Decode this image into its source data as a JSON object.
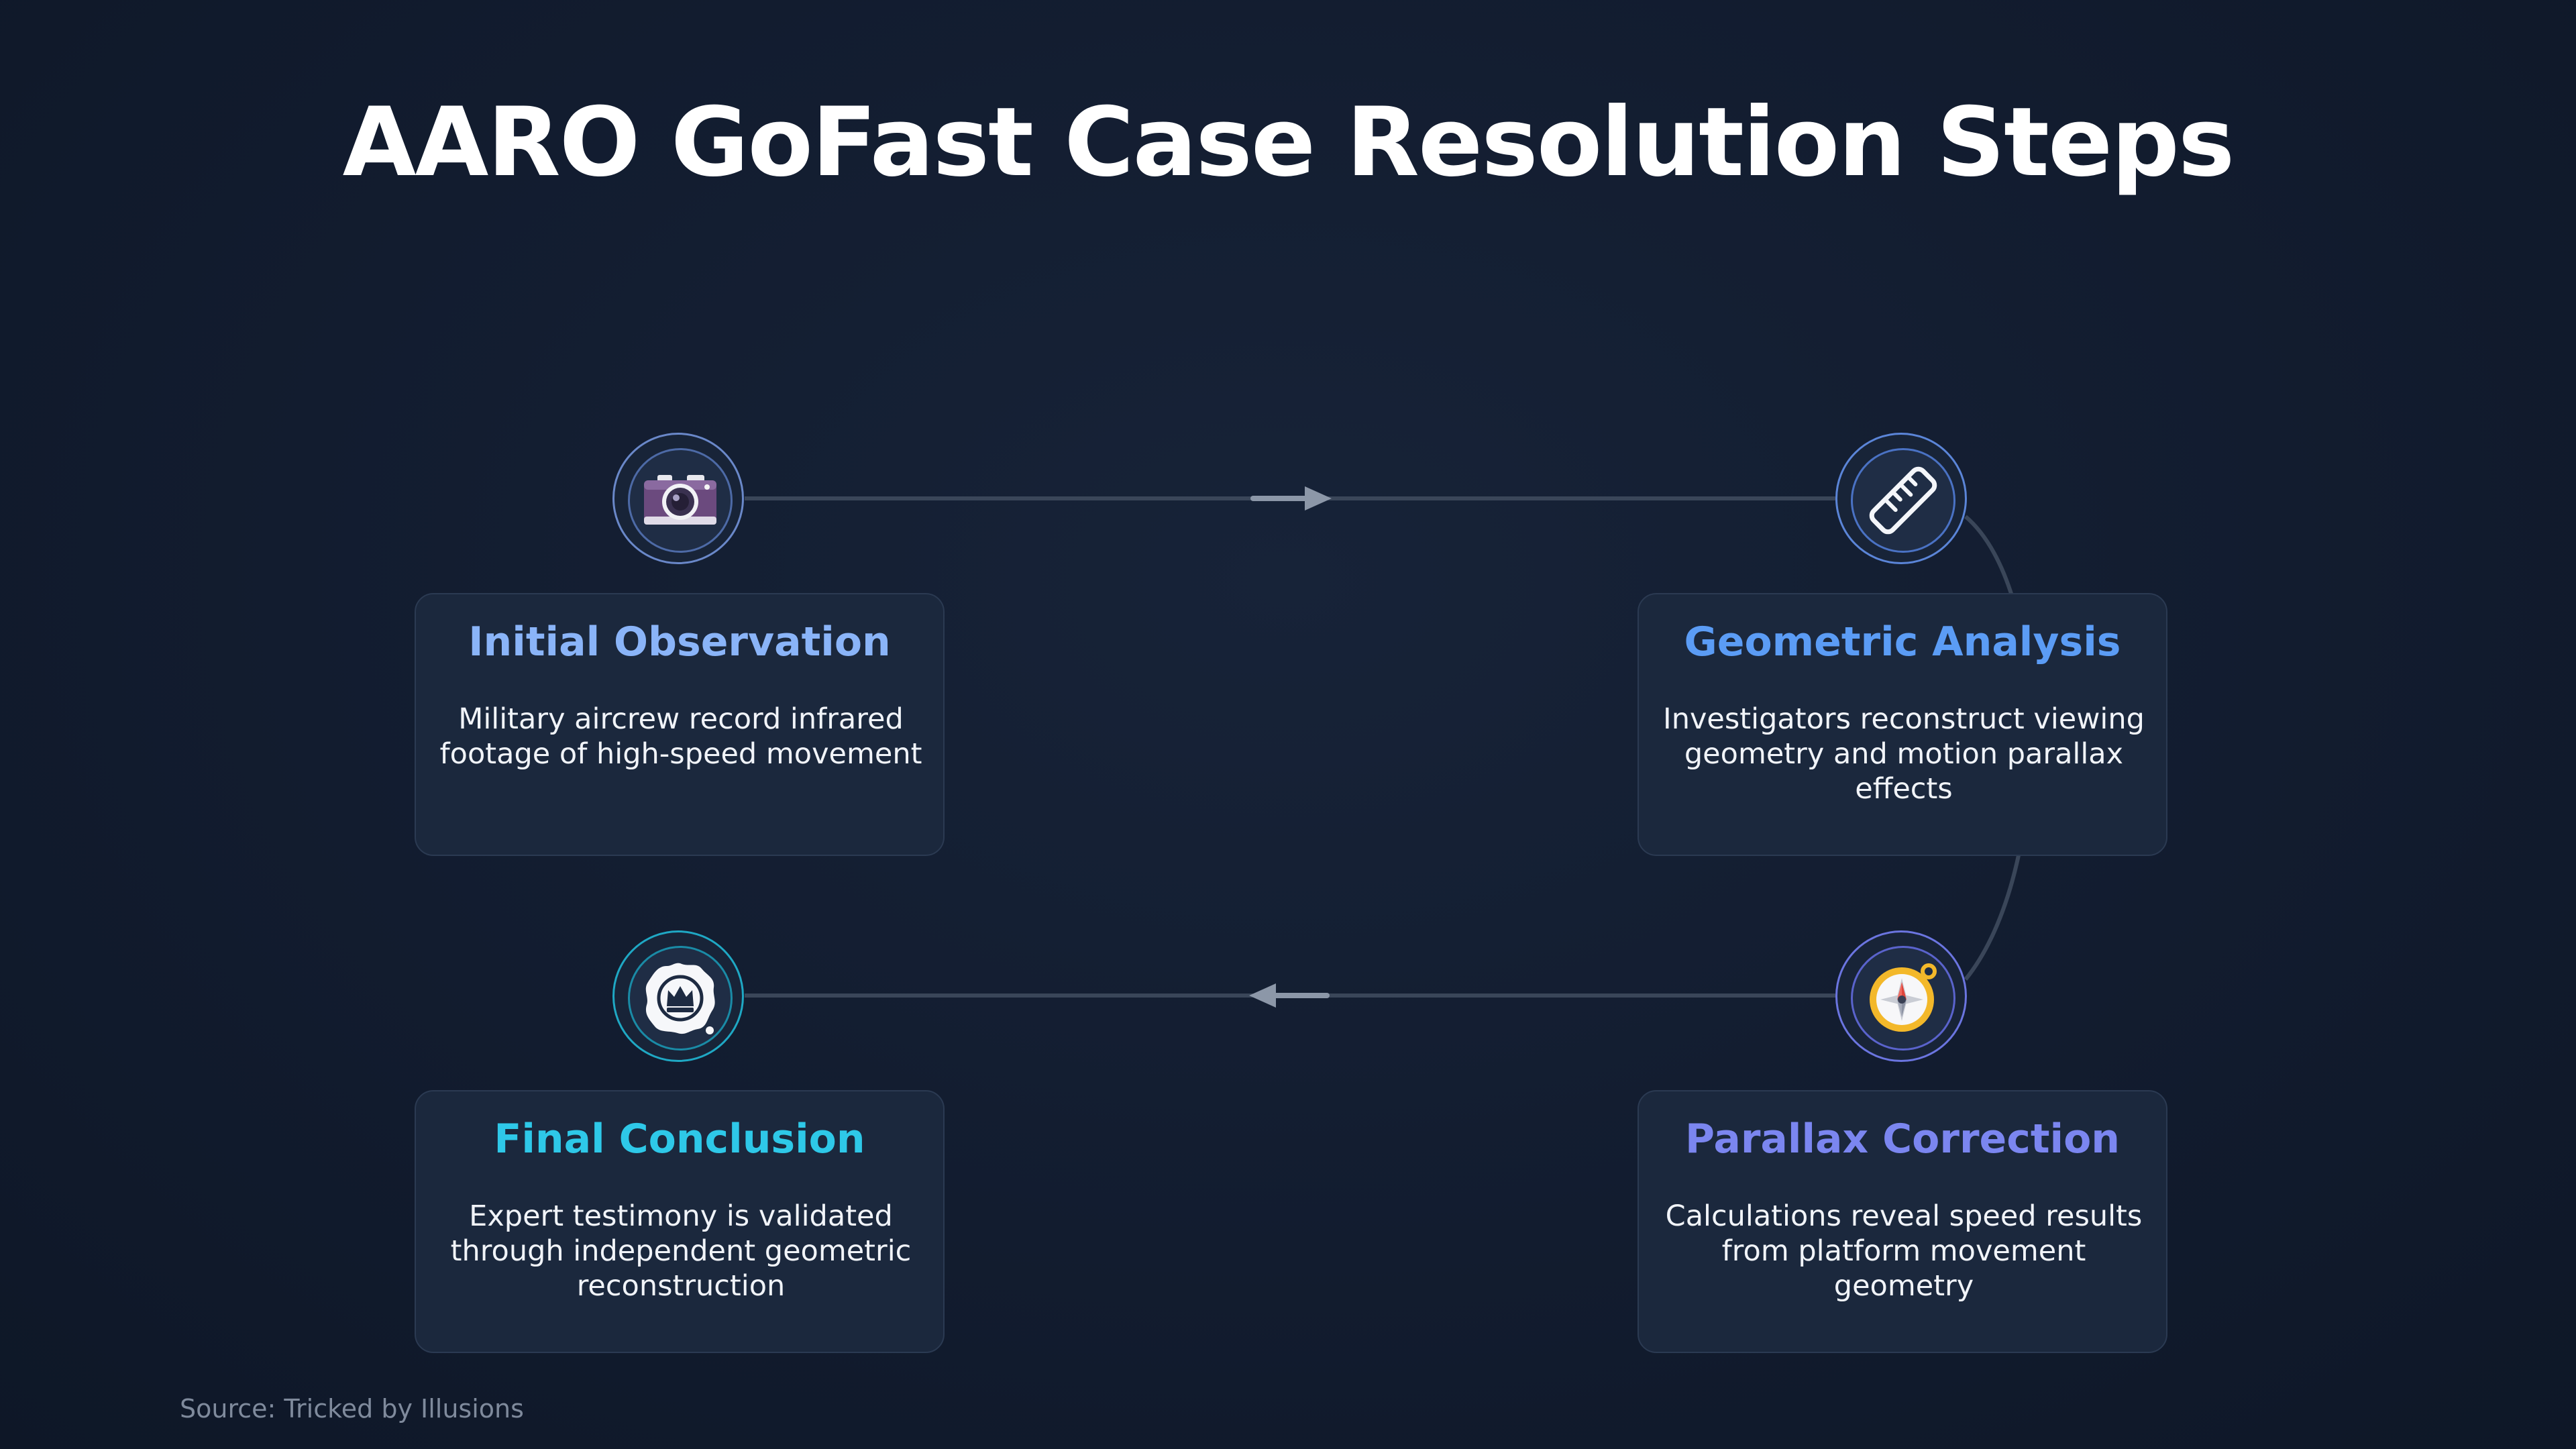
{
  "title": "AARO GoFast Case Resolution Steps",
  "steps": [
    {
      "heading": "Initial Observation",
      "description": "Military aircrew record infrared footage of high-speed movement",
      "icon": "camera-icon",
      "color": "#8ab4f8"
    },
    {
      "heading": "Geometric Analysis",
      "description": "Investigators reconstruct viewing geometry and motion parallax effects",
      "icon": "ruler-icon",
      "color": "#5b9cf5"
    },
    {
      "heading": "Parallax Correction",
      "description": "Calculations reveal speed results from platform movement geometry",
      "icon": "compass-icon",
      "color": "#7b86f0"
    },
    {
      "heading": "Final Conclusion",
      "description": "Expert testimony is validated through independent geometric reconstruction",
      "icon": "seal-icon",
      "color": "#2ec8e8"
    }
  ],
  "source": "Source: Tricked by Illusions"
}
